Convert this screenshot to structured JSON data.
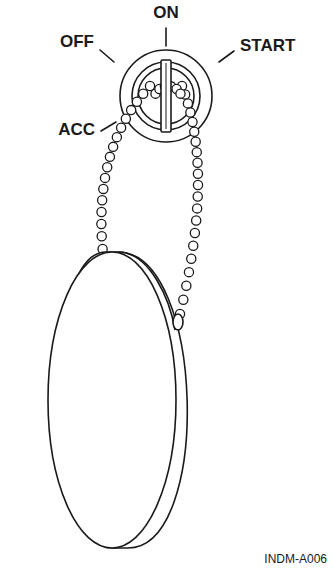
{
  "diagram": {
    "labels": [
      "ON",
      "OFF",
      "START",
      "ACC",
      "INDM-A006"
    ]
  }
}
